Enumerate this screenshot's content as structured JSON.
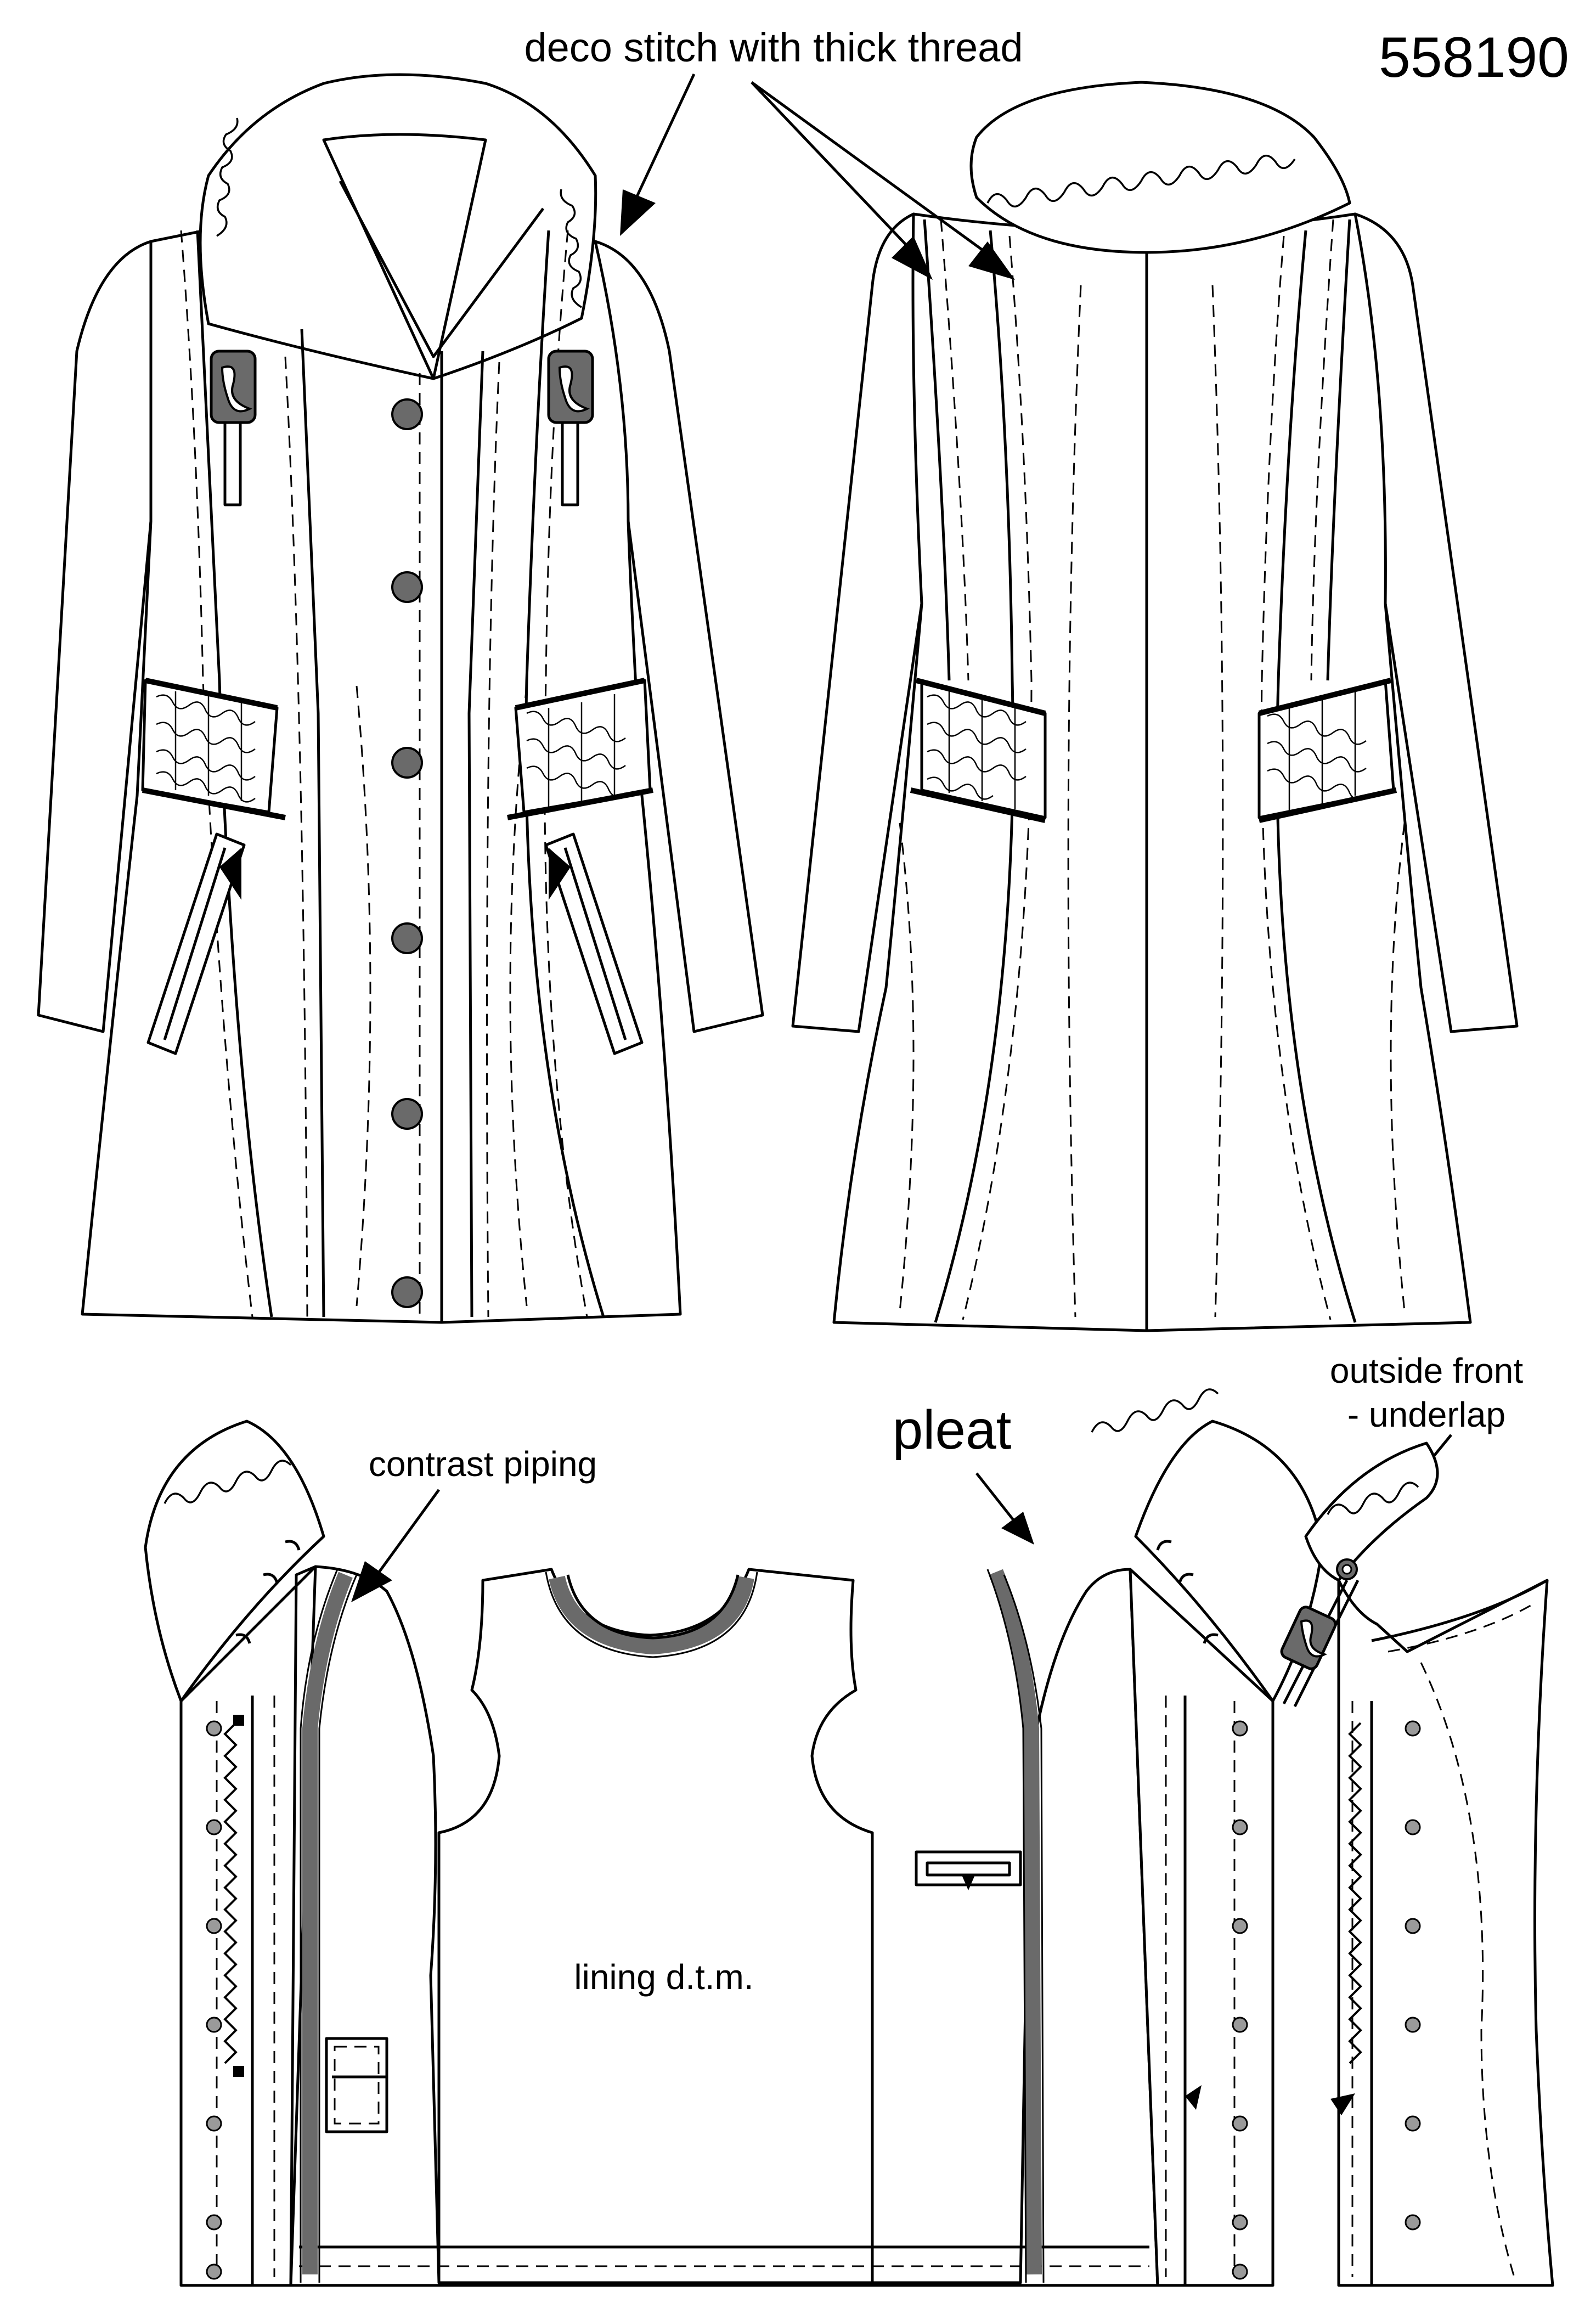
{
  "model_number": "558190",
  "labels": {
    "deco_stitch": "deco stitch with thick thread",
    "contrast_piping": "contrast piping",
    "pleat": "pleat",
    "outside_front_line1": "outside front",
    "outside_front_line2": "- underlap",
    "lining": "lining d.t.m."
  },
  "views": [
    "front-view",
    "back-view",
    "inside-lining-view",
    "outside-front-underlap-view"
  ],
  "colors": {
    "line": "#000000",
    "fill": "#ffffff",
    "accent_grey": "#6a6a6a",
    "snap_grey": "#9a9a9a"
  }
}
